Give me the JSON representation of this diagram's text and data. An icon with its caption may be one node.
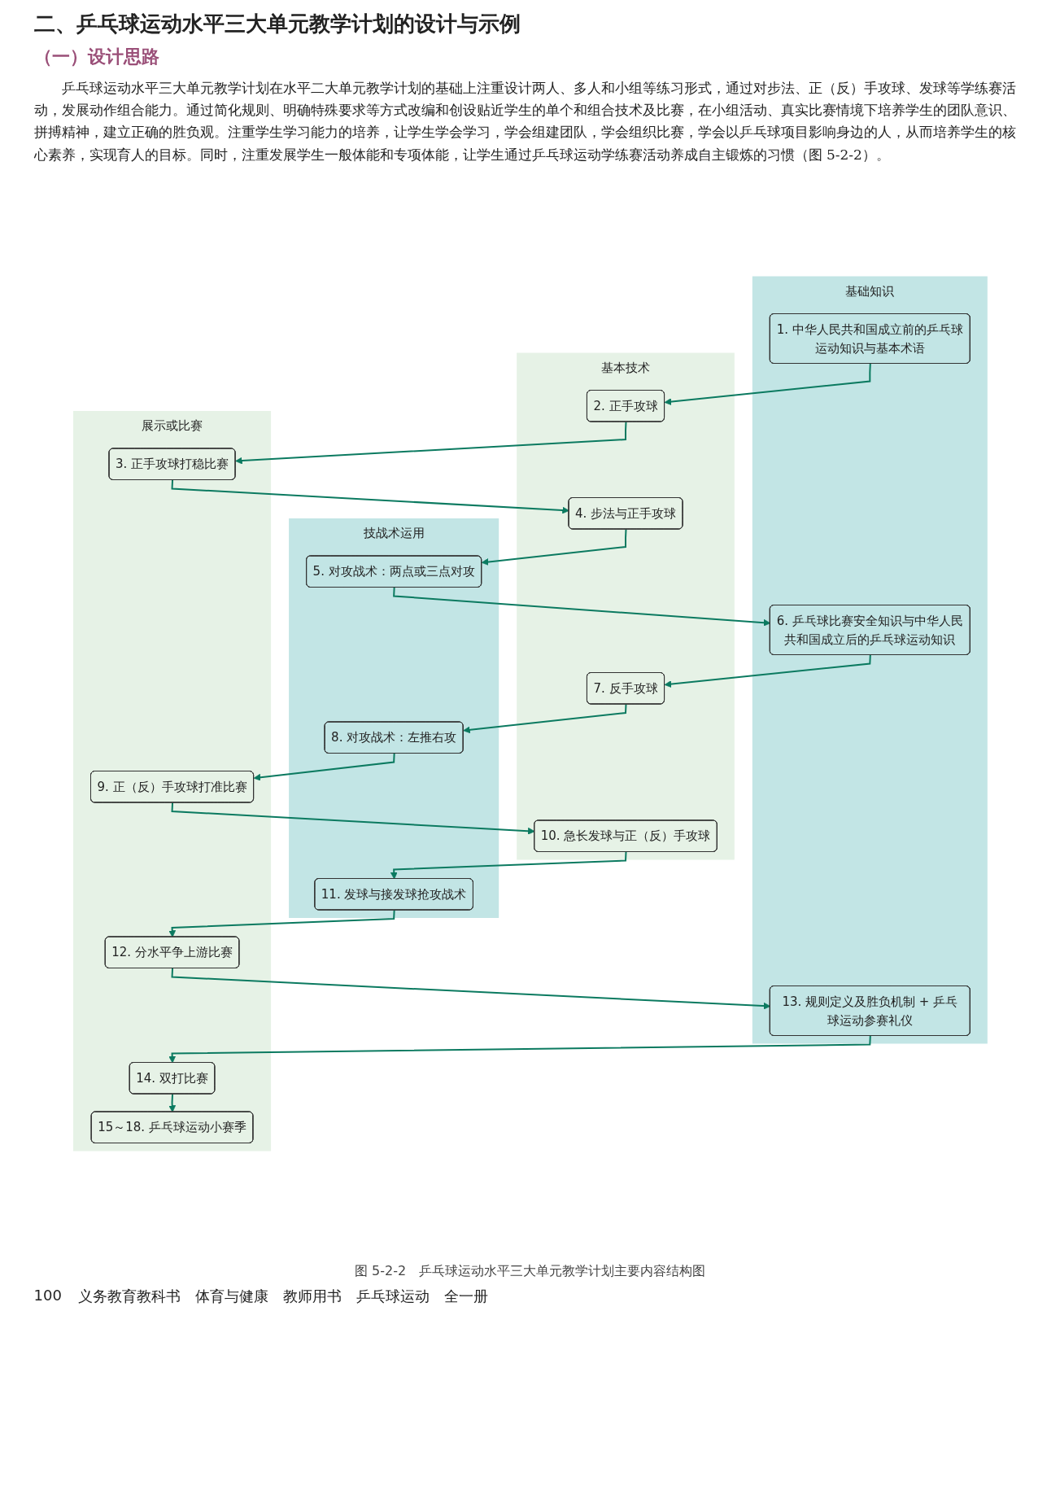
{
  "diagram": {
    "title": "二、乒乓球运动水平三大单元教学计划的设计与示例",
    "caption": "图 5-2-2　乒乓球运动水平三大单元教学计划主要内容结构图",
    "nodes": [
      {
        "text": [
          "基础知识"
        ]
      },
      {
        "text": [
          "1. 中华人民共和国成立前的乒乓球运动知识与基本术语"
        ],
        "in": 0
      },
      {
        "text": [
          "6. 乒乓球比赛安全知识与中华人民共和国成立后的乒乓球运动知识"
        ],
        "in": 0
      },
      {
        "text": [
          "13. 规则定义及胜负机制 + 乒乓球运动参赛礼仪"
        ],
        "in": 0
      },
      {
        "text": [
          "基本技术"
        ]
      },
      {
        "text": [
          "2. 正手攻球"
        ],
        "in": 4
      },
      {
        "text": [
          "4. 步法与正手攻球"
        ],
        "in": 4
      },
      {
        "text": [
          "7. 反手攻球"
        ],
        "in": 4
      },
      {
        "text": [
          "10. 急长发球与正（反）手攻球"
        ],
        "in": 4
      },
      {
        "text": [
          "技战术运用"
        ]
      },
      {
        "text": [
          "5. 对攻战术：两点或三点对攻"
        ],
        "in": 9
      },
      {
        "text": [
          "8. 对攻战术：左推右攻"
        ],
        "in": 9
      },
      {
        "text": [
          "11. 发球与接发球抢攻战术"
        ],
        "in": 9
      },
      {
        "text": [
          "展示或比赛"
        ]
      },
      {
        "text": [
          "3. 正手攻球打稳比赛"
        ],
        "in": 13
      },
      {
        "text": [
          "9. 正（反）手攻球打准比赛"
        ],
        "in": 13
      },
      {
        "text": [
          "12. 分水平争上游比赛"
        ],
        "in": 13
      },
      {
        "text": [
          "14. 双打比赛"
        ],
        "in": 13
      },
      {
        "text": [
          "15～18. 乒乓球运动小赛季"
        ],
        "in": 13
      }
    ],
    "edges": [
      {
        "from": 1,
        "to": 5,
        "arrow": "to"
      },
      {
        "from": 5,
        "to": 14,
        "arrow": "to"
      },
      {
        "from": 14,
        "to": 6,
        "arrow": "to"
      },
      {
        "from": 6,
        "to": 10,
        "arrow": "to"
      },
      {
        "from": 10,
        "to": 2,
        "arrow": "to"
      },
      {
        "from": 2,
        "to": 7,
        "arrow": "to"
      },
      {
        "from": 7,
        "to": 11,
        "arrow": "to"
      },
      {
        "from": 11,
        "to": 15,
        "arrow": "to"
      },
      {
        "from": 15,
        "to": 8,
        "arrow": "to"
      },
      {
        "from": 8,
        "to": 12,
        "arrow": "to"
      },
      {
        "from": 12,
        "to": 16,
        "arrow": "to"
      },
      {
        "from": 16,
        "to": 3,
        "arrow": "to"
      },
      {
        "from": 3,
        "to": 17,
        "arrow": "to"
      },
      {
        "from": 17,
        "to": 18,
        "arrow": "to"
      }
    ],
    "labels": [
      "（一）设计思路",
      "乒乓球运动水平三大单元教学计划在水平二大单元教学计划的基础上注重设计两人、多人和小组等练习形式，通过对步法、正（反）手攻球、发球等学练赛活动，发展动作组合能力。通过简化规则、明确特殊要求等方式改编和创设贴近学生的单个和组合技术及比赛，在小组活动、真实比赛情境下培养学生的团队意识、拼搏精神，建立正确的胜负观。注重学生学习能力的培养，让学生学会学习，学会组建团队，学会组织比赛，学会以乒乓球项目影响身边的人，从而培养学生的核心素养，实现育人的目标。同时，注重发展学生一般体能和专项体能，让学生通过乒乓球运动学练赛活动养成自主锻炼的习惯（图 5-2-2）。",
      "100",
      "义务教育教科书　体育与健康　教师用书　乒乓球运动　全一册"
    ]
  }
}
